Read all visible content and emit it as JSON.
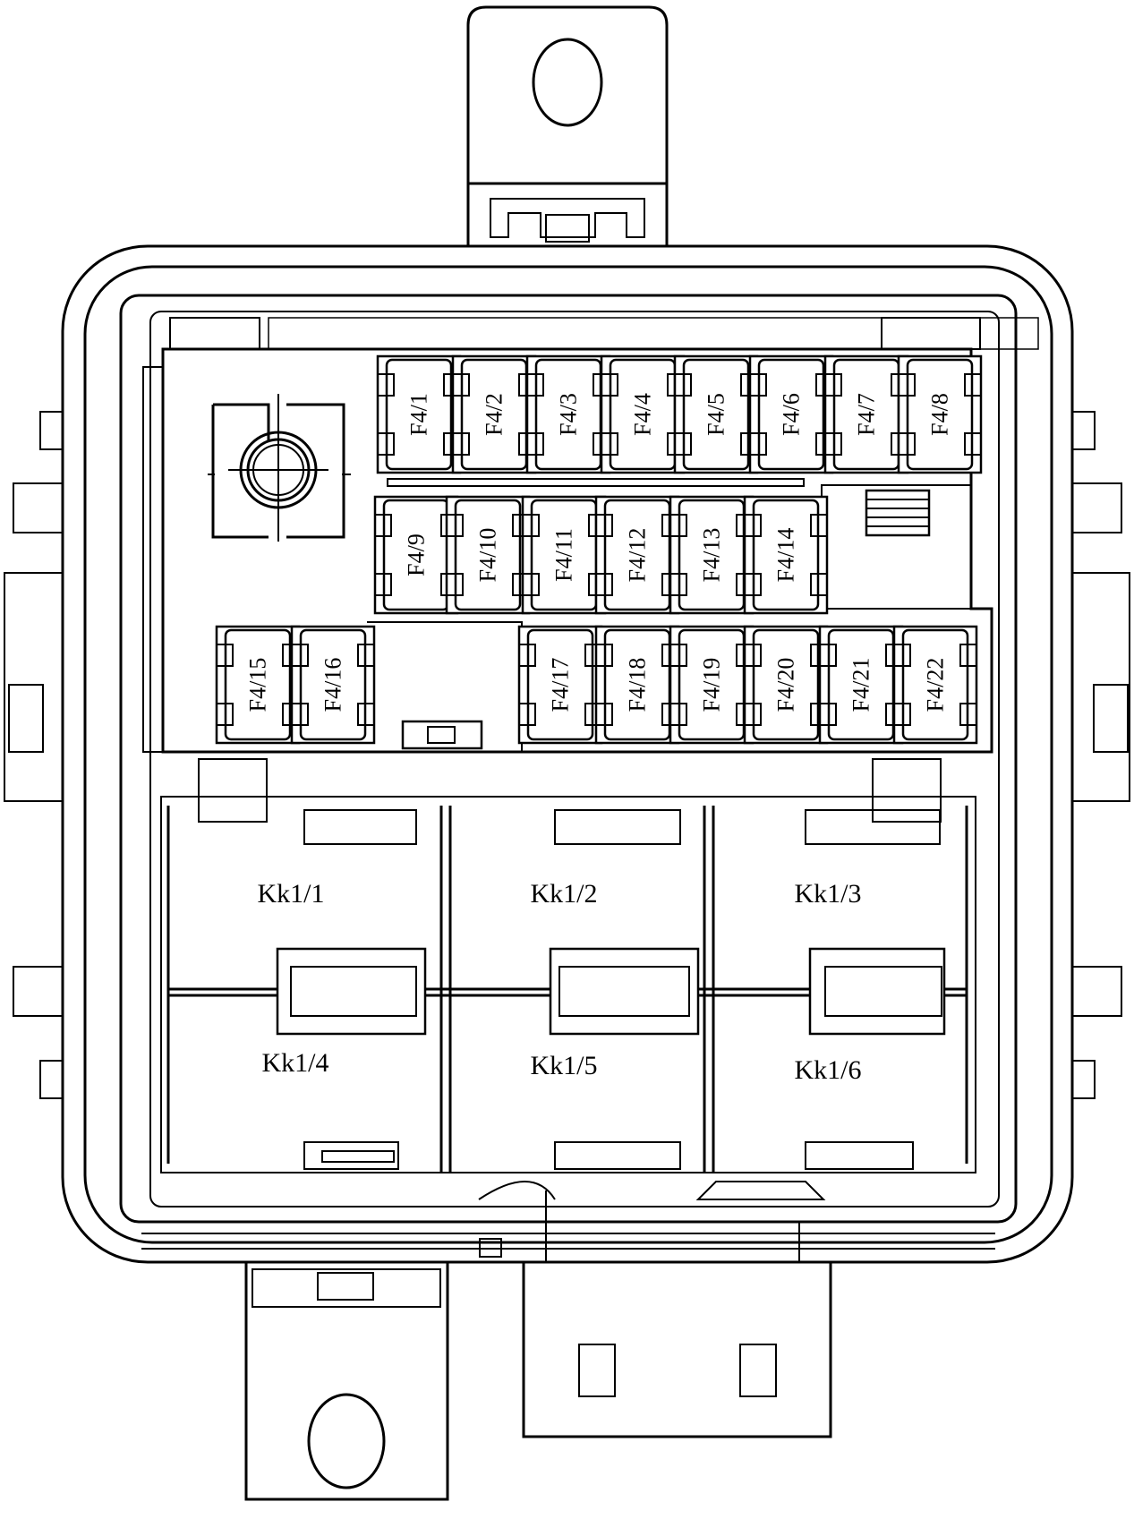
{
  "fuses": [
    {
      "label": "F4/1"
    },
    {
      "label": "F4/2"
    },
    {
      "label": "F4/3"
    },
    {
      "label": "F4/4"
    },
    {
      "label": "F4/5"
    },
    {
      "label": "F4/6"
    },
    {
      "label": "F4/7"
    },
    {
      "label": "F4/8"
    },
    {
      "label": "F4/9"
    },
    {
      "label": "F4/10"
    },
    {
      "label": "F4/11"
    },
    {
      "label": "F4/12"
    },
    {
      "label": "F4/13"
    },
    {
      "label": "F4/14"
    },
    {
      "label": "F4/15"
    },
    {
      "label": "F4/16"
    },
    {
      "label": "F4/17"
    },
    {
      "label": "F4/18"
    },
    {
      "label": "F4/19"
    },
    {
      "label": "F4/20"
    },
    {
      "label": "F4/21"
    },
    {
      "label": "F4/22"
    }
  ],
  "relays": [
    {
      "label": "Kk1/1"
    },
    {
      "label": "Kk1/2"
    },
    {
      "label": "Kk1/3"
    },
    {
      "label": "Kk1/4"
    },
    {
      "label": "Kk1/5"
    },
    {
      "label": "Kk1/6"
    }
  ]
}
